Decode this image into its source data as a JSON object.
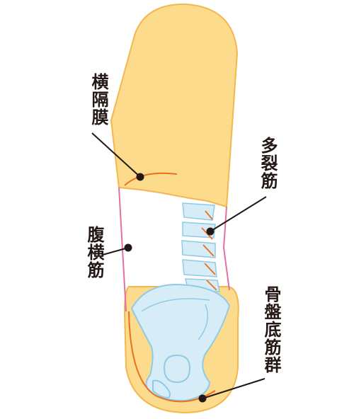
{
  "labels": {
    "diaphragm": "横隔膜",
    "multifidus": "多裂筋",
    "transversus": "腹横筋",
    "pelvic_floor": "骨盤底筋群"
  },
  "colors": {
    "body_fill": "#fcdb8c",
    "body_stroke": "#f2b84f",
    "vertebra_fill": "#d6ecf7",
    "vertebra_stroke": "#8fcbe6",
    "muscle_orange": "#ec6f1e",
    "muscle_pink": "#e46fa6",
    "leader": "#231815"
  }
}
